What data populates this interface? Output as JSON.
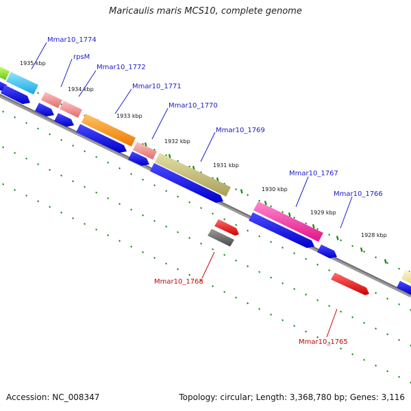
{
  "title": "Maricaulis maris MCS10, complete genome",
  "footer": {
    "accession": "Accession: NC_008347",
    "summary": "Topology: circular; Length: 3,368,780 bp; Genes: 3,116"
  },
  "colors": {
    "backbone": "#7d7d7d",
    "tick": "#1a8a1a",
    "forward_label": "#1a1acc",
    "reverse_label": "#cc0000"
  },
  "scale_labels": [
    "1935 kbp",
    "1934 kbp",
    "1933 kbp",
    "1932 kbp",
    "1931 kbp",
    "1930 kbp",
    "1929 kbp",
    "1928 kbp"
  ],
  "gene_labels": [
    {
      "text": "Mmar10_1774",
      "strand": "forward"
    },
    {
      "text": "rpsM",
      "strand": "forward"
    },
    {
      "text": "Mmar10_1772",
      "strand": "forward"
    },
    {
      "text": "Mmar10_1771",
      "strand": "forward"
    },
    {
      "text": "Mmar10_1770",
      "strand": "forward"
    },
    {
      "text": "Mmar10_1769",
      "strand": "forward"
    },
    {
      "text": "Mmar10_1767",
      "strand": "forward"
    },
    {
      "text": "Mmar10_1766",
      "strand": "forward"
    },
    {
      "text": "Mmar10_1768",
      "strand": "reverse"
    },
    {
      "text": "Mmar10_1765",
      "strand": "reverse"
    }
  ]
}
